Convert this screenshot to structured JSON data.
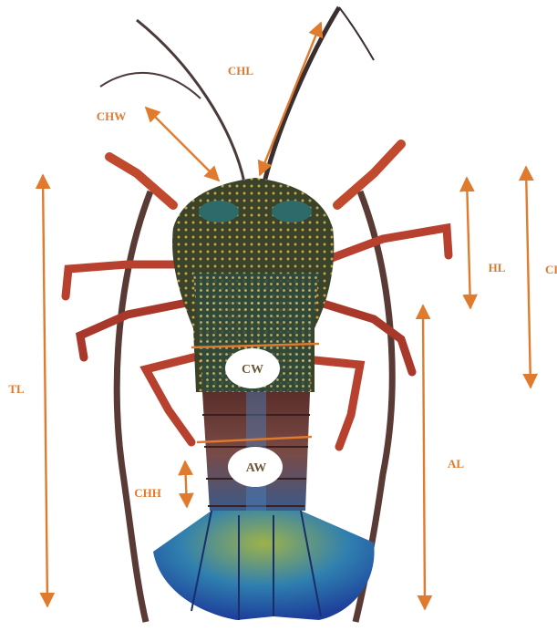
{
  "colors": {
    "arrow": "#e07b2e",
    "label": "#e07b2e",
    "carapace": "#3f4a2c",
    "carapace_spots": "#c9a24a",
    "abdomen": "#6a3b34",
    "tail_fan_blue": "#2f6fc0",
    "tail_fan_green": "#8aa23a",
    "leg_red": "#b8402e",
    "antenna": "#4a3a3a"
  },
  "labels": {
    "chl": "CHL",
    "chw": "CHW",
    "tl": "TL",
    "hl": "HL",
    "cl": "CL",
    "cw": "CW",
    "aw": "AW",
    "chh": "CHH",
    "al": "AL"
  }
}
